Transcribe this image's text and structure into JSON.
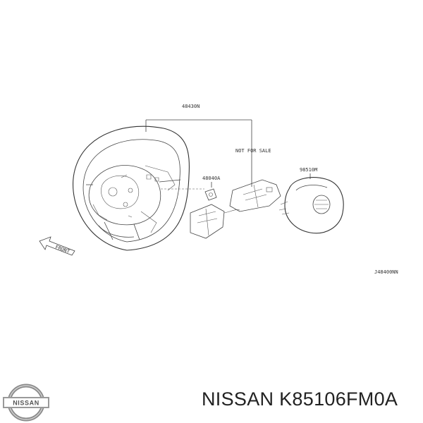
{
  "diagram": {
    "callouts": {
      "wheel": "48430N",
      "switch": "48040A",
      "airbag": "98510M"
    },
    "note": "NOT FOR SALE",
    "front_label": "FRONT",
    "drawing_id": "J48400NN"
  },
  "brand": {
    "logo_text": "NISSAN",
    "part_number": "NISSAN K85106FM0A"
  },
  "colors": {
    "line": "#444444",
    "text": "#222222",
    "background": "#ffffff"
  }
}
